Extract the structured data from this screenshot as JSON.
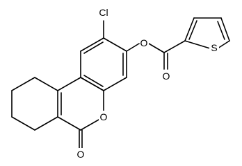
{
  "diagram": {
    "type": "chemical-structure",
    "atom_labels": {
      "chlorine": "Cl",
      "ester_oxygen": "O",
      "carbonyl_oxygen_ester": "O",
      "ring_oxygen": "O",
      "lactone_carbonyl_oxygen": "O",
      "sulfur": "S"
    }
  }
}
